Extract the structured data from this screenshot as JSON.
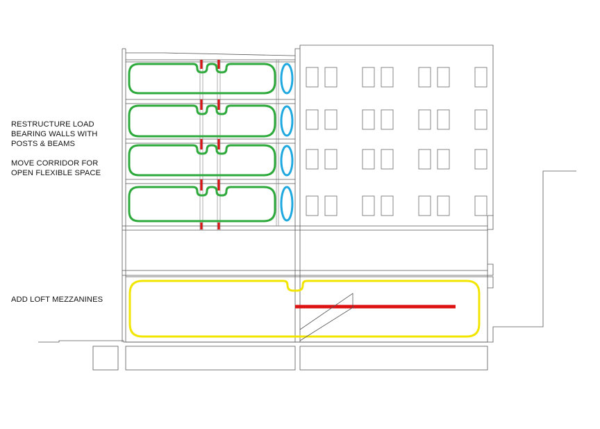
{
  "annotations": {
    "restructure": "RESTRUCTURE LOAD\nBEARING WALLS WITH\nPOSTS & BEAMS",
    "move_corridor": "MOVE CORRIDOR FOR\nOPEN FLEXIBLE SPACE",
    "loft": "ADD LOFT MEZZANINES"
  },
  "colors": {
    "unit_outline": "#2eaa3c",
    "corridor_outline": "#1ea8e0",
    "mezzanine_outline": "#f2e600",
    "structure": "#dd1111",
    "linework": "#555555"
  },
  "legend_icons": [
    "green-unit-outline",
    "blue-corridor-outline",
    "yellow-loft-outline",
    "red-post-beam"
  ]
}
